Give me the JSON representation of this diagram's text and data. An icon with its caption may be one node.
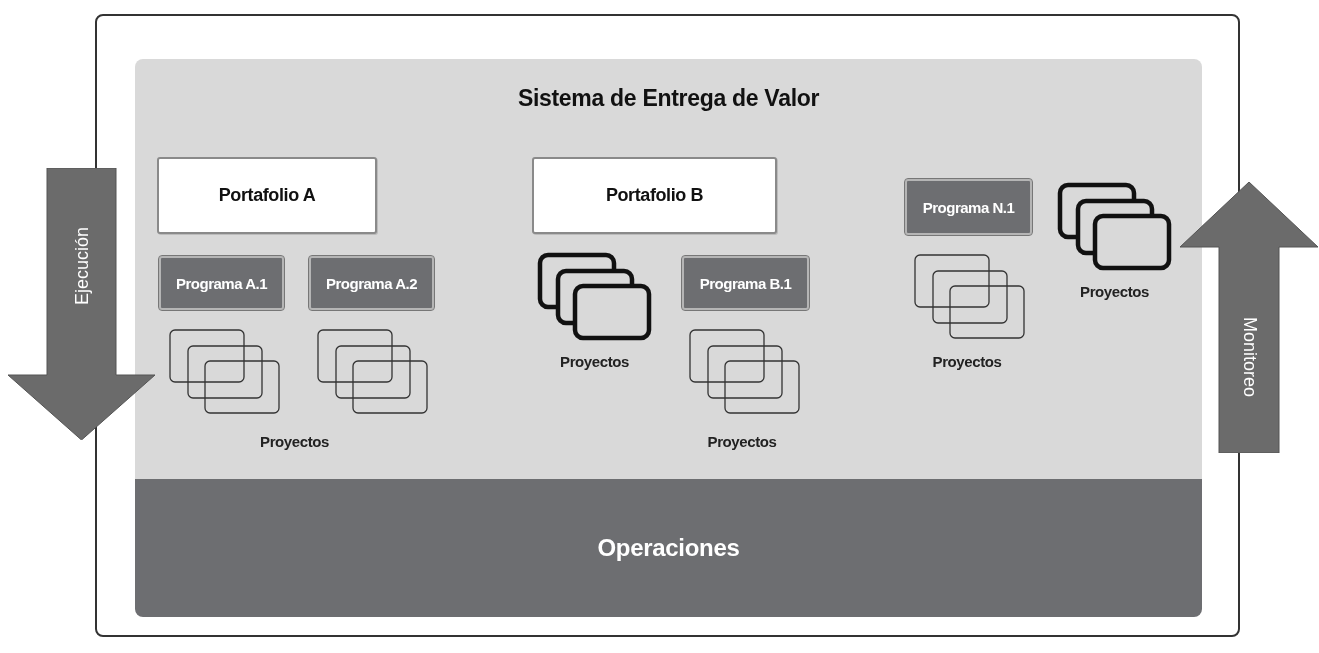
{
  "diagram": {
    "nodes": [
      {
        "text": [],
        "shape": "box"
      },
      {
        "text": [
          "Sistema de Entrega de Valor"
        ],
        "in": 0
      },
      {
        "text": [
          "Portafolio A"
        ],
        "in": 1
      },
      {
        "text": [
          "Programa A.1"
        ],
        "in": 1
      },
      {
        "text": [
          "Programa A.2"
        ],
        "in": 1
      },
      {
        "text": [
          "Proyectos"
        ],
        "in": 1
      },
      {
        "text": [
          "Portafolio B"
        ],
        "in": 1
      },
      {
        "text": [
          "Proyectos"
        ],
        "in": 1
      },
      {
        "text": [
          "Programa B.1"
        ],
        "in": 1
      },
      {
        "text": [
          "Proyectos"
        ],
        "in": 1
      },
      {
        "text": [
          "Programa N.1"
        ],
        "in": 1
      },
      {
        "text": [
          "Proyectos"
        ],
        "in": 1
      },
      {
        "text": [
          "Proyectos"
        ],
        "in": 1
      },
      {
        "text": [
          "Operaciones"
        ],
        "in": 0
      },
      {
        "text": [
          "Ejecución"
        ]
      },
      {
        "text": [
          "Monitoreo"
        ]
      }
    ],
    "edges": []
  }
}
